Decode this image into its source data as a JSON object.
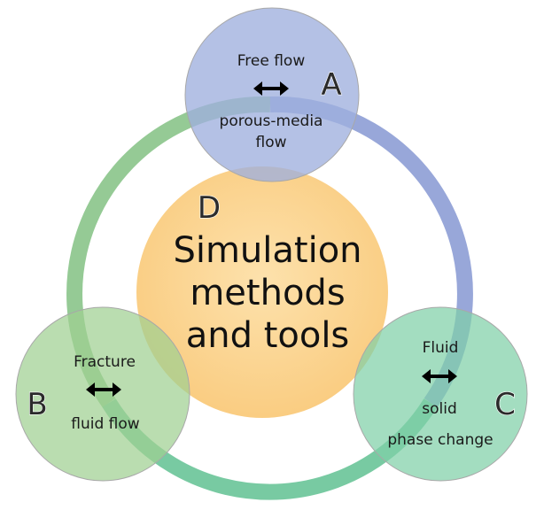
{
  "colors": {
    "ring_green": "#8cc58c",
    "ring_blue": "#8fa0d6",
    "ring_teal": "#6cc59a",
    "circle_a": "#9fb0de",
    "circle_b": "#9fd091",
    "circle_c": "#7fd0a8",
    "circle_d": "#fbd08a",
    "edge": "#a8a8a8"
  },
  "center": {
    "letter": "D",
    "line1": "Simulation",
    "line2": "methods",
    "line3": "and tools"
  },
  "node_a": {
    "letter": "A",
    "top": "Free flow",
    "bottom1": "porous-media",
    "bottom2": "flow",
    "arrow_icon": "double-arrow-icon"
  },
  "node_b": {
    "letter": "B",
    "top": "Fracture",
    "bottom": "fluid flow",
    "arrow_icon": "double-arrow-icon"
  },
  "node_c": {
    "letter": "C",
    "top": "Fluid",
    "middle": "solid",
    "bottom": "phase change",
    "arrow_icon": "double-arrow-icon"
  }
}
